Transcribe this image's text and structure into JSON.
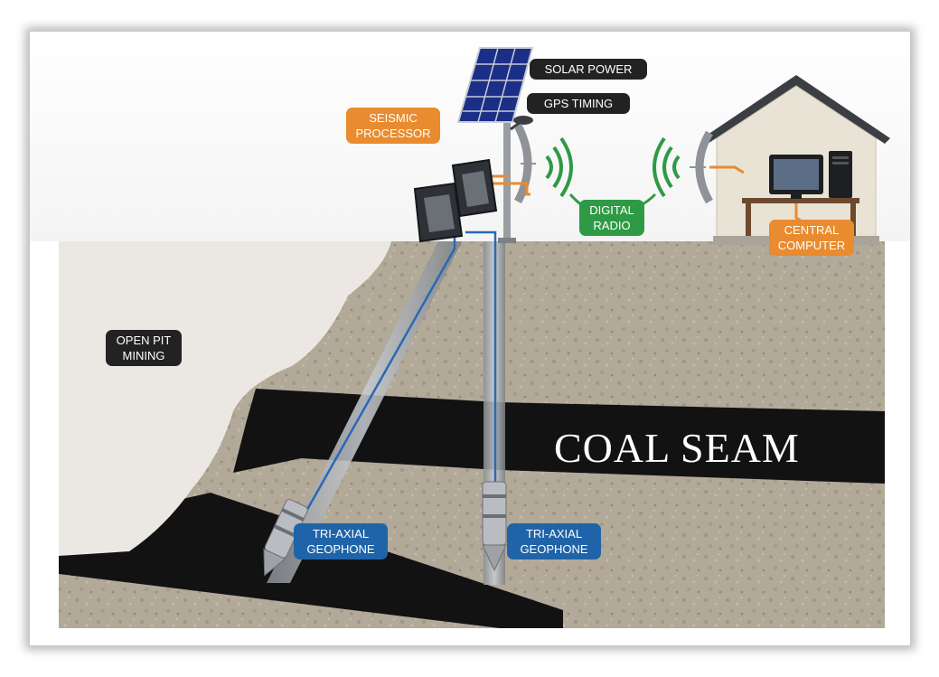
{
  "labels": {
    "solar_power": "SOLAR POWER",
    "gps_timing": "GPS TIMING",
    "seismic_processor": [
      "SEISMIC",
      "PROCESSOR"
    ],
    "digital_radio": [
      "DIGITAL",
      "RADIO"
    ],
    "central_computer": [
      "CENTRAL",
      "COMPUTER"
    ],
    "open_pit_mining": [
      "OPEN PIT",
      "MINING"
    ],
    "coal_seam": "COAL SEAM",
    "geophone_left": [
      "TRI-AXIAL",
      "GEOPHONE"
    ],
    "geophone_right": [
      "TRI-AXIAL",
      "GEOPHONE"
    ]
  },
  "colors": {
    "label_dark": "#222222",
    "label_orange": "#e98b2f",
    "label_green": "#2f9a45",
    "label_blue": "#1f64a8",
    "soil": "#b3a999",
    "pit": "#ebe8e3",
    "coal": "#121212",
    "cable_orange": "#e98b2f",
    "cable_blue": "#2b68b6"
  }
}
